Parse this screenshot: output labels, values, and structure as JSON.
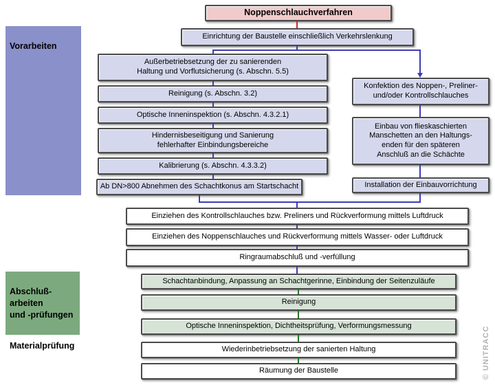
{
  "sidebar": {
    "vorarbeiten": "Vorarbeiten",
    "abschlussarbeiten": "Abschluß-\narbeiten\nund -prüfungen",
    "materialpruefung": "Materialprüfung"
  },
  "flow": {
    "start": "Noppenschlauchverfahren",
    "einrichtung": "Einrichtung der Baustelle einschließlich Verkehrslenkung",
    "left_column": [
      "Außerbetriebsetzung der zu sanierenden\nHaltung und Vorflutsicherung (s. Abschn. 5.5)",
      "Reinigung (s. Abschn. 3.2)",
      "Optische Inneninspektion (s. Abschn. 4.3.2.1)",
      "Hindernisbeseitigung und Sanierung\nfehlerhafter Einbindungsbereiche",
      "Kalibrierung (s. Abschn. 4.3.3.2)",
      "Ab DN>800 Abnehmen des Schachtkonus am Startschacht"
    ],
    "right_column": [
      "Konfektion des Noppen-, Preliner-\nund/oder Kontrollschlauches",
      "Einbau von flieskaschierten\nManschetten an den Haltungs-\nenden für den späteren\nAnschluß an die Schächte",
      "Installation der Einbauvorrichtung"
    ],
    "middle": [
      "Einziehen des Kontrollschlauches bzw. Preliners und Rückverformung mittels Luftdruck",
      "Einziehen des Noppenschlauches und Rückverformung mittels Wasser- oder Luftdruck",
      "Ringraumabschluß und -verfüllung"
    ],
    "bottom": [
      "Schachtanbindung, Anpassung an Schachtgerinne, Einbindung der Seitenzuläufe",
      "Reinigung",
      "Optische Inneninspektion, Dichtheitsprüfung, Verformungsmessung",
      "Wiederinbetriebsetzung der sanierten Haltung",
      "Räumung der Baustelle"
    ]
  },
  "watermark": "© UNITRACC",
  "colors": {
    "start_fill": "#f1cbcb",
    "prep_fill": "#d5d8ec",
    "final_fill": "#d7e3d7",
    "plain_fill": "#ffffff",
    "sidebar_prep": "#8a90ca",
    "sidebar_final": "#7caa7e",
    "connector_blue": "#3c3cb4",
    "connector_red": "#cc2a2a",
    "connector_green": "#1e7b1e"
  }
}
